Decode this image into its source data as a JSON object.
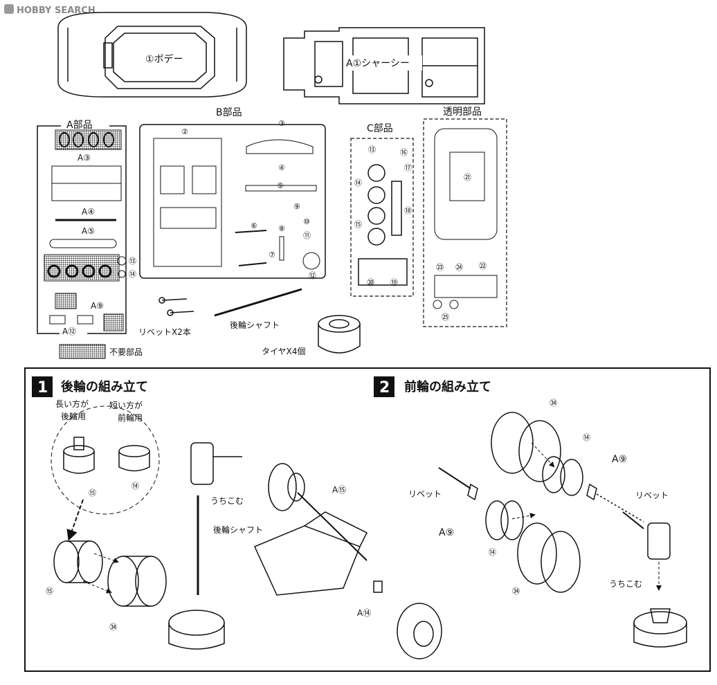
{
  "watermark": "HOBBY SEARCH",
  "top": {
    "body_label": "①ボデー",
    "chassis_label": "A①シャーシー"
  },
  "groups": {
    "a_parts": "A部品",
    "b_parts": "B部品",
    "c_parts": "C部品",
    "clear_parts": "透明部品"
  },
  "a_labels": [
    "A③",
    "A④",
    "A⑤",
    "A⑨",
    "A⑫"
  ],
  "a_side_numbers": [
    "⑬",
    "⑭"
  ],
  "b_numbers": [
    "②",
    "③",
    "④",
    "⑤",
    "⑥",
    "⑦",
    "⑧",
    "⑨",
    "⑩",
    "⑪",
    "⑫"
  ],
  "c_numbers": [
    "⑬",
    "⑭",
    "⑮",
    "⑯",
    "⑰",
    "⑱",
    "⑲",
    "⑳"
  ],
  "clear_numbers": [
    "㉑",
    "㉒",
    "㉓",
    "㉔",
    "㉕"
  ],
  "loose_parts": {
    "rivet": "リベットX2本",
    "shaft": "後輪シャフト",
    "tire": "タイヤX4個"
  },
  "legend": {
    "unused": "不要部品"
  },
  "step1": {
    "number": "1",
    "title": "後輪の組み立て",
    "long": "長い方が",
    "long_use": "後輪用",
    "short": "短い方が",
    "short_use": "前輪用",
    "hub_15": "⑮",
    "hub_14": "⑭",
    "tire_34": "㉞",
    "hammer_note": "うちこむ",
    "shaft_label": "後輪シャフト",
    "a15": "A⑮",
    "a14": "A⑭"
  },
  "step2": {
    "number": "2",
    "title": "前輪の組み立て",
    "tire_34a": "㉞",
    "hub_14a": "⑭",
    "a9_right": "A⑨",
    "rivet_right": "リベット",
    "rivet_left": "リベット",
    "a9_left": "A⑨",
    "hub_14b": "⑭",
    "tire_34b": "㉞",
    "hammer_note": "うちこむ"
  }
}
